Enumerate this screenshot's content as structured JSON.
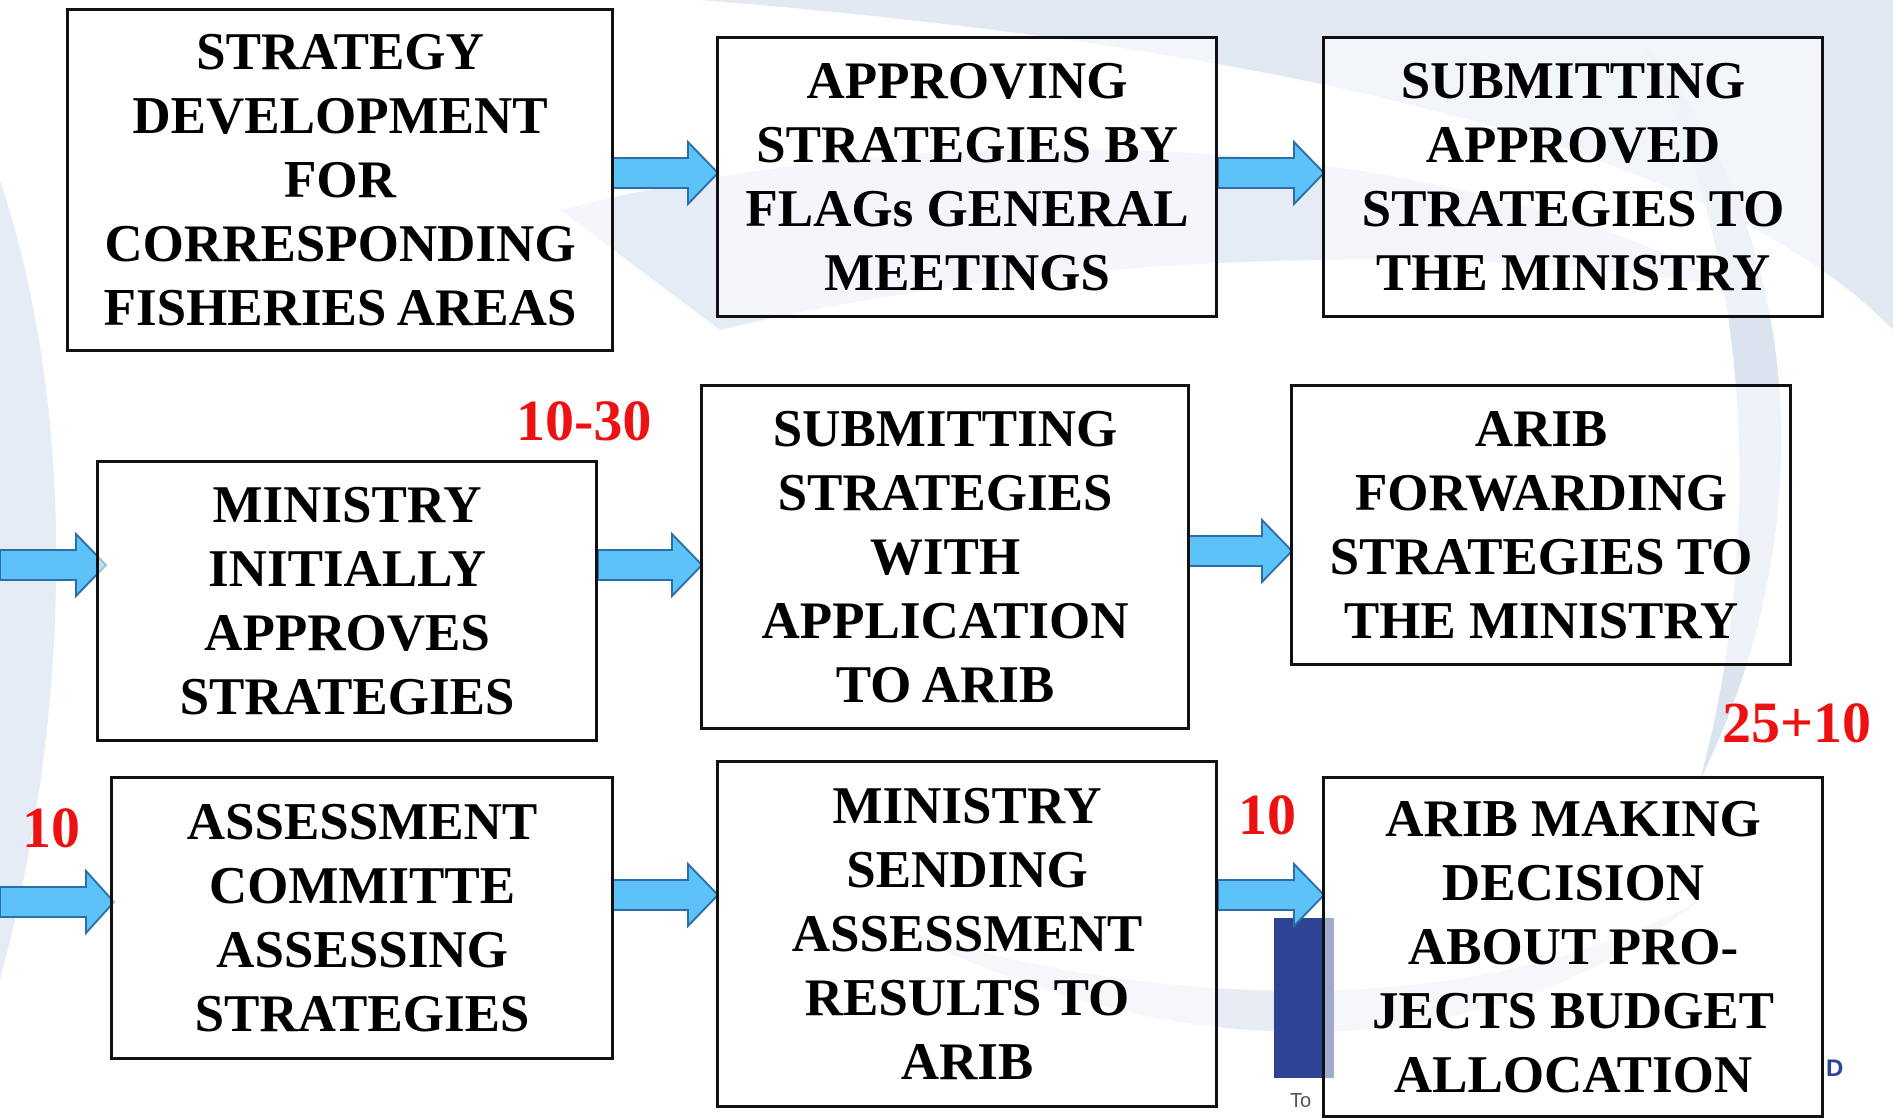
{
  "boxes": {
    "b1": "STRATEGY\nDEVELOPMENT\nFOR\nCORRESPONDING\nFISHERIES AREAS",
    "b2": "APPROVING\nSTRATEGIES BY\nFLAGs GENERAL\nMEETINGS",
    "b3": "SUBMITTING\nAPPROVED\nSTRATEGIES TO\nTHE MINISTRY",
    "b4": "MINISTRY\nINITIALLY\nAPPROVES\nSTRATEGIES",
    "b5": "SUBMITTING\nSTRATEGIES\nWITH\nAPPLICATION\nTO ARIB",
    "b6": "ARIB\nFORWARDING\nSTRATEGIES TO\nTHE MINISTRY",
    "b7": "ASSESSMENT\nCOMMITTE\nASSESSING\nSTRATEGIES",
    "b8": "MINISTRY\nSENDING\nASSESSMENT\nRESULTS TO\nARIB",
    "b9": "ARIB MAKING\nDECISION\nABOUT PRO-\nJECTS BUDGET\nALLOCATION"
  },
  "labels": {
    "days_submit": "10-30",
    "days_decision": "25+10",
    "days_assessment": "10",
    "days_sending": "10"
  },
  "logo": {
    "fragment_left": "To",
    "fragment_right": "D"
  },
  "colors": {
    "arrow_fill": "#5cc2f7",
    "arrow_stroke": "#2c6fa8",
    "number": "#ee1111",
    "box_border": "#111111",
    "background_swirl": "#d6e0ee",
    "logo_blue": "#2d4494"
  }
}
